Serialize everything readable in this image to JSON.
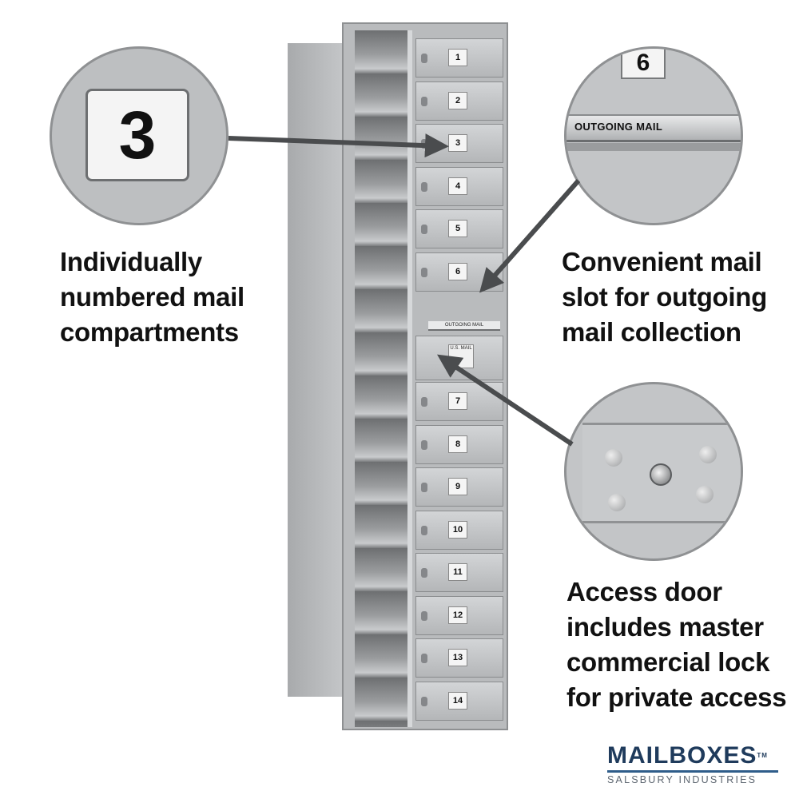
{
  "callouts": {
    "numbered": {
      "zoom_label": "3",
      "lines": [
        "Individually",
        "numbered mail",
        "compartments"
      ]
    },
    "slot": {
      "zoom_number": "6",
      "zoom_text": "OUTGOING MAIL",
      "lines": [
        "Convenient mail",
        "slot for outgoing",
        "mail collection"
      ]
    },
    "access": {
      "lines": [
        "Access door",
        "includes master",
        "commercial lock",
        "for private access"
      ]
    }
  },
  "mailbox": {
    "compartments": [
      "1",
      "2",
      "3",
      "4",
      "5",
      "6",
      "7",
      "8",
      "9",
      "10",
      "11",
      "12",
      "13",
      "14"
    ],
    "slot_label": "OUTGOING MAIL",
    "access_plate": "U.S. MAIL"
  },
  "brand": {
    "name": "MAILBOXES",
    "tm": "TM",
    "tagline": "SALSBURY INDUSTRIES"
  },
  "colors": {
    "text": "#111111",
    "arrow": "#4a4c4e",
    "brand": "#1f3b5c"
  }
}
